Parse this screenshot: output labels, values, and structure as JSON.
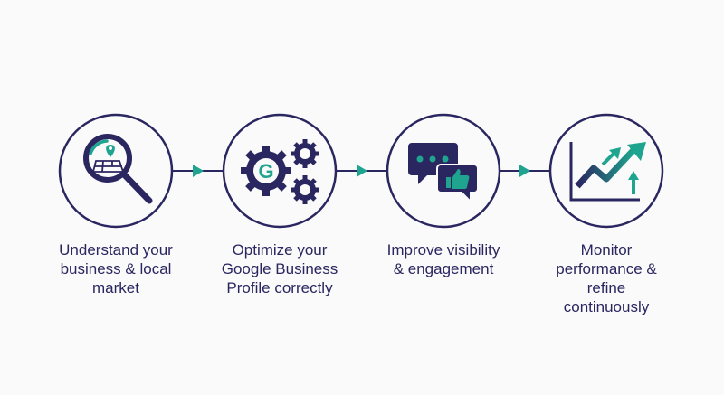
{
  "colors": {
    "navy": "#2a2660",
    "teal": "#1fa58f",
    "background": "#fafafa"
  },
  "steps": [
    {
      "icon": "magnifier-map-icon",
      "label_lines": [
        "Understand your",
        "business & local",
        "market"
      ]
    },
    {
      "icon": "gears-google-icon",
      "label_lines": [
        "Optimize your",
        "Google Business",
        "Profile correctly"
      ]
    },
    {
      "icon": "chat-thumbs-up-icon",
      "label_lines": [
        "Improve visibility",
        "& engagement"
      ]
    },
    {
      "icon": "growth-chart-icon",
      "label_lines": [
        "Monitor",
        "performance &",
        "refine",
        "continuously"
      ]
    }
  ],
  "gear_letter": "G"
}
